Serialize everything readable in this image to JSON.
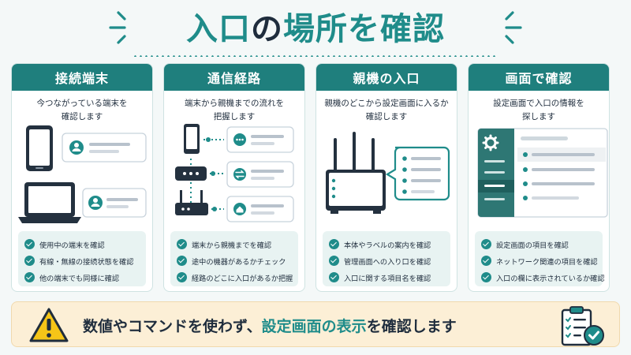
{
  "title": {
    "part1": "入口",
    "part2": "の",
    "part3": "場所を確認"
  },
  "cards": [
    {
      "heading": "接続端末",
      "desc_line1": "今つながっている端末を",
      "desc_line2": "確認します",
      "checks": [
        "使用中の端末を確認",
        "有線・無線の接続状態を確認",
        "他の端末でも同様に確認"
      ]
    },
    {
      "heading": "通信経路",
      "desc_line1": "端末から親機までの流れを",
      "desc_line2": "把握します",
      "checks": [
        "端末から親機までを確認",
        "途中の機器があるかチェック",
        "経路のどこに入口があるか把握"
      ]
    },
    {
      "heading": "親機の入口",
      "desc_line1": "親機のどこから設定画面に入るか",
      "desc_line2": "確認します",
      "checks": [
        "本体やラベルの案内を確認",
        "管理画面への入り口を確認",
        "入口に関する項目名を確認"
      ]
    },
    {
      "heading": "画面で確認",
      "desc_line1": "設定画面で入口の情報を",
      "desc_line2": "探します",
      "checks": [
        "設定画面の項目を確認",
        "ネットワーク関連の項目を確認",
        "入口の欄に表示されているか確認"
      ]
    }
  ],
  "banner": {
    "part1": "数値やコマンドを使わず、",
    "part2": "設定画面の表示",
    "part3": "を確認します"
  },
  "colors": {
    "teal": "#1f8c8a",
    "teal_dark": "#1f7f7d",
    "navy": "#1f2d3d",
    "banner_bg": "#fcefd6",
    "warning_yellow": "#f5c518"
  }
}
